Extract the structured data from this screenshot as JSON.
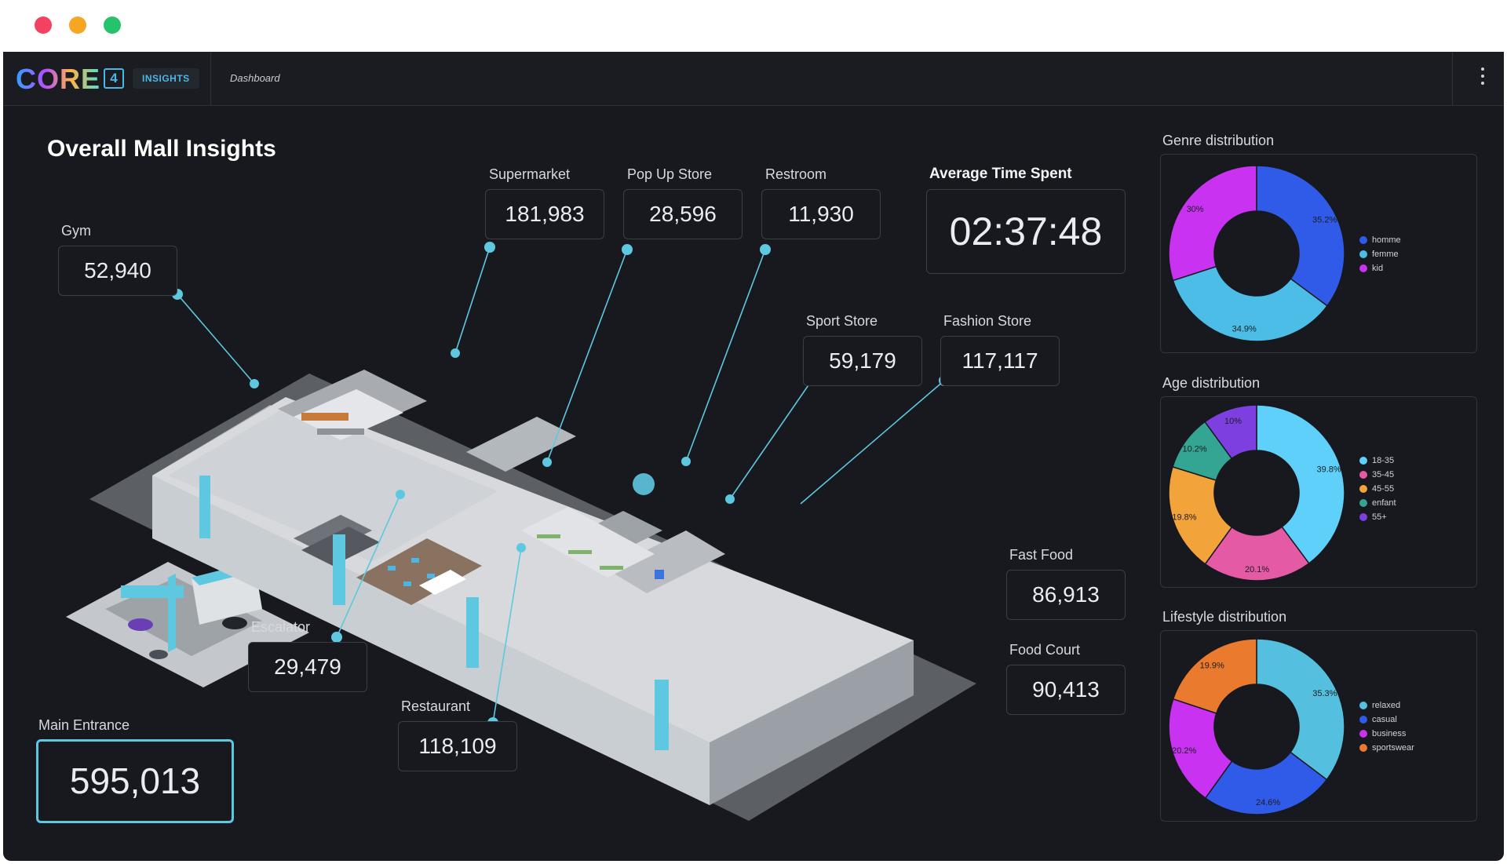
{
  "window": {
    "controls": [
      {
        "name": "close",
        "color": "#f4415f"
      },
      {
        "name": "minimize",
        "color": "#f6a623"
      },
      {
        "name": "maximize",
        "color": "#27c26c"
      }
    ]
  },
  "header": {
    "logo_text": "CORE",
    "logo_number": "4",
    "logo_badge": "INSIGHTS",
    "breadcrumb": "Dashboard",
    "menu_icon": "more-vertical-icon"
  },
  "page": {
    "title": "Overall Mall Insights"
  },
  "stats": {
    "gym": {
      "label": "Gym",
      "value": "52,940"
    },
    "supermarket": {
      "label": "Supermarket",
      "value": "181,983"
    },
    "popup": {
      "label": "Pop Up Store",
      "value": "28,596"
    },
    "restroom": {
      "label": "Restroom",
      "value": "11,930"
    },
    "avg_time": {
      "label": "Average Time Spent",
      "value": "02:37:48"
    },
    "sport": {
      "label": "Sport Store",
      "value": "59,179"
    },
    "fashion": {
      "label": "Fashion Store",
      "value": "117,117"
    },
    "fastfood": {
      "label": "Fast Food",
      "value": "86,913"
    },
    "foodcourt": {
      "label": "Food Court",
      "value": "90,413"
    },
    "escalator": {
      "label": "Escalator",
      "value": "29,479"
    },
    "restaurant": {
      "label": "Restaurant",
      "value": "118,109"
    },
    "entrance": {
      "label": "Main Entrance",
      "value": "595,013"
    }
  },
  "colors": {
    "accent": "#4bb7e6",
    "connector": "#5ec8e0",
    "background": "#17191e"
  },
  "panels": {
    "genre": {
      "title": "Genre distribution"
    },
    "age": {
      "title": "Age distribution"
    },
    "lifestyle": {
      "title": "Lifestyle distribution"
    }
  },
  "chart_data": [
    {
      "type": "pie",
      "title": "Genre distribution",
      "donut": true,
      "labels": [
        "homme",
        "femme",
        "kid"
      ],
      "values": [
        35.2,
        34.9,
        30.0
      ],
      "slice_labels": [
        "35.2%",
        "34.9%",
        "30%"
      ],
      "colors": [
        "#2f5be8",
        "#4bbde6",
        "#c832f0"
      ],
      "legend": "right"
    },
    {
      "type": "pie",
      "title": "Age distribution",
      "donut": true,
      "labels": [
        "18-35",
        "35-45",
        "45-55",
        "enfant",
        "55+"
      ],
      "values": [
        39.8,
        20.1,
        19.8,
        10.2,
        10.0
      ],
      "slice_labels": [
        "39.8%",
        "20.1%",
        "19.8%",
        "10.2%",
        "10%"
      ],
      "colors": [
        "#5fd0fa",
        "#e45aa5",
        "#f2a33a",
        "#34a493",
        "#7d3fe0"
      ],
      "legend": "right"
    },
    {
      "type": "pie",
      "title": "Lifestyle distribution",
      "donut": true,
      "labels": [
        "relaxed",
        "casual",
        "business",
        "sportswear"
      ],
      "values": [
        35.3,
        24.6,
        20.2,
        19.9
      ],
      "slice_labels": [
        "35.3%",
        "24.6%",
        "20.2%",
        "19.9%"
      ],
      "colors": [
        "#55bfe0",
        "#2f5be8",
        "#c832f0",
        "#ea7a2e"
      ],
      "legend": "right"
    }
  ]
}
